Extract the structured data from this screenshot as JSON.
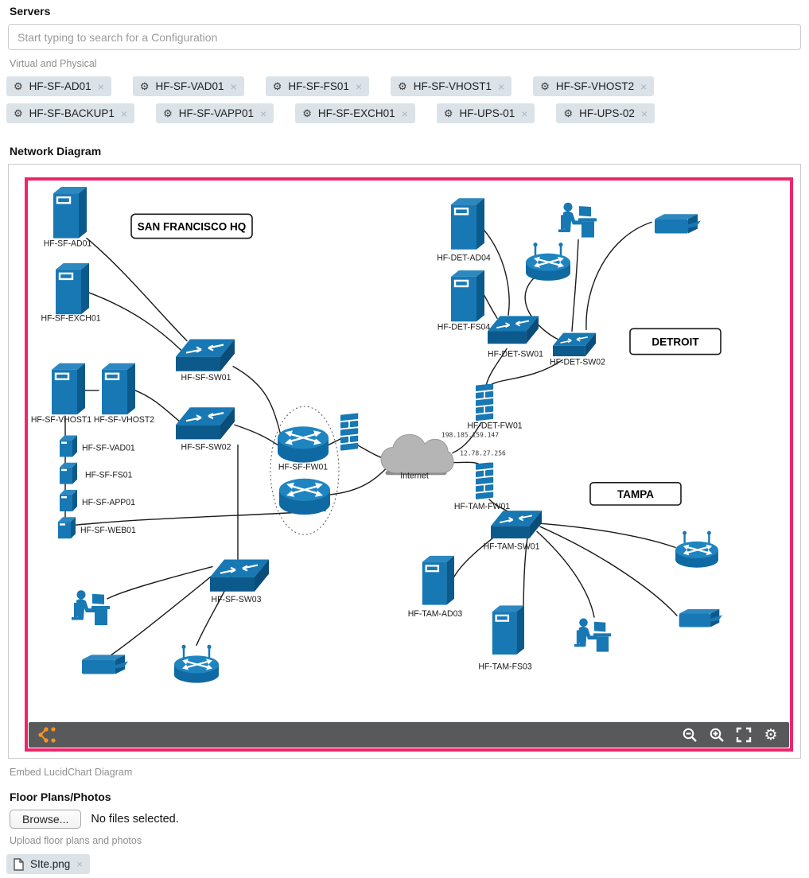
{
  "icons": {
    "gear": "⚙",
    "close": "×"
  },
  "servers": {
    "heading": "Servers",
    "search_placeholder": "Start typing to search for a Configuration",
    "hint": "Virtual and Physical",
    "tags": [
      "HF-SF-AD01",
      "HF-SF-VAD01",
      "HF-SF-FS01",
      "HF-SF-VHOST1",
      "HF-SF-VHOST2",
      "HF-SF-BACKUP1",
      "HF-SF-VAPP01",
      "HF-SF-EXCH01",
      "HF-UPS-01",
      "HF-UPS-02"
    ]
  },
  "network": {
    "heading": "Network Diagram",
    "embed_hint": "Embed LucidChart Diagram",
    "internet_label": "Internet",
    "regions": {
      "sf": "SAN FRANCISCO HQ",
      "detroit": "DETROIT",
      "tampa": "TAMPA"
    },
    "ips": {
      "detroit": "198.185.159.147",
      "tampa": "12.78.27.256"
    },
    "nodes": {
      "sf_ad01": "HF-SF-AD01",
      "sf_exch01": "HF-SF-EXCH01",
      "sf_sw01": "HF-SF-SW01",
      "sf_vhost1": "HF-SF-VHOST1",
      "sf_vhost2": "HF-SF-VHOST2",
      "sf_sw02": "HF-SF-SW02",
      "sf_vad01": "HF-SF-VAD01",
      "sf_fs01": "HF-SF-FS01",
      "sf_app01": "HF-SF-APP01",
      "sf_web01": "HF-SF-WEB01",
      "sf_fw01": "HF-SF-FW01",
      "sf_sw03": "HF-SF-SW03",
      "det_ad04": "HF-DET-AD04",
      "det_fs04": "HF-DET-FS04",
      "det_sw01": "HF-DET-SW01",
      "det_sw02": "HF-DET-SW02",
      "det_fw01": "HF-DET-FW01",
      "tam_fw01": "HF-TAM-FW01",
      "tam_sw01": "HF-TAM-SW01",
      "tam_ad03": "HF-TAM-AD03",
      "tam_fs03": "HF-TAM-FS03"
    },
    "colors": {
      "accent_border": "#f0246a",
      "node_blue": "#1878b4",
      "toolbar_bg": "#58595b",
      "logo_orange": "#f7941e"
    }
  },
  "floor": {
    "heading": "Floor Plans/Photos",
    "browse_label": "Browse...",
    "no_files_text": "No files selected.",
    "hint": "Upload floor plans and photos",
    "file_tag": "SIte.png"
  }
}
